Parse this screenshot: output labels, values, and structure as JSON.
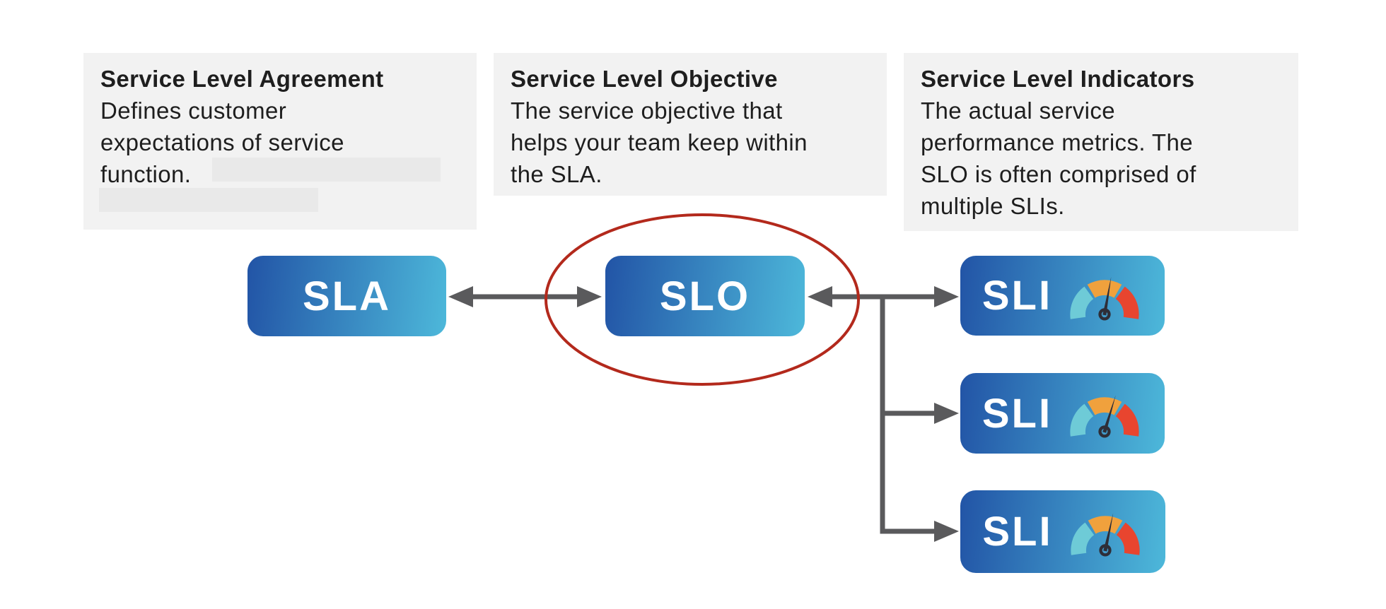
{
  "theme": {
    "page-bg": "#ffffff",
    "panel-bg": "#f2f2f2",
    "panel-text": "#1e1e1e",
    "redaction": "#e9e9e9",
    "box-grad-start": "#2254a6",
    "box-grad-end": "#4db8da",
    "box-text": "#ffffff",
    "arrow": "#5a5a5c",
    "ellipse": "#b3291c",
    "gauge-teal": "#6ecbd7",
    "gauge-orange": "#f0a13d",
    "gauge-red": "#e8452f",
    "gauge-needle": "#2e2e38"
  },
  "panels": [
    {
      "title": "Service Level Agreement",
      "lines": [
        "Defines customer",
        "expectations of service",
        "function."
      ]
    },
    {
      "title": "Service Level Objective",
      "lines": [
        "The service objective that",
        "helps your team keep within",
        "the SLA."
      ]
    },
    {
      "title": "Service Level Indicators",
      "lines": [
        "The actual service",
        "performance metrics. The",
        "SLO is often comprised of",
        "multiple SLIs."
      ]
    }
  ],
  "diagram": {
    "sla_box": {
      "label": "SLA"
    },
    "slo_box": {
      "label": "SLO",
      "highlighted": "circled in red ellipse"
    },
    "sli_boxes": [
      {
        "label": "SLI",
        "icon": "gauge-icon",
        "needle_angle_deg": 10
      },
      {
        "label": "SLI",
        "icon": "gauge-icon",
        "needle_angle_deg": 17
      },
      {
        "label": "SLI",
        "icon": "gauge-icon",
        "needle_angle_deg": 12
      }
    ],
    "connections": [
      "SLA <-> SLO (double-headed arrow)",
      "SLO <- branch -> SLI (top)",
      "branch -> SLI (middle)",
      "branch -> SLI (bottom)"
    ]
  }
}
